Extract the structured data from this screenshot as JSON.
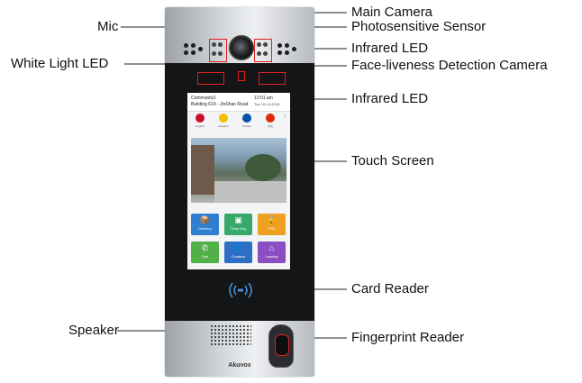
{
  "labels": {
    "mic": "Mic",
    "white_light_led": "White Light LED",
    "speaker": "Speaker",
    "main_camera": "Main Camera",
    "photosensitive_sensor": "Photosensitive Sensor",
    "infrared_led_top": "Infrared LED",
    "face_liveness_camera": "Face-liveness Detection Camera",
    "infrared_led_bottom": "Infrared LED",
    "touch_screen": "Touch Screen",
    "card_reader": "Card Reader",
    "fingerprint_reader": "Fingerprint Reader"
  },
  "screen": {
    "community": "Community1",
    "address": "Building 619 - JinShan Road",
    "time": "12:01 am",
    "date": "Tue 19-12-2018",
    "languages": [
      {
        "name": "English",
        "color": "#c8102e"
      },
      {
        "name": "Español",
        "color": "#f1bf00"
      },
      {
        "name": "France",
        "color": "#0055a4"
      },
      {
        "name": "中文",
        "color": "#de2910"
      }
    ],
    "tiles": [
      {
        "label": "Delivery",
        "icon": "📦",
        "color": "#2f7fd1"
      },
      {
        "label": "Temp Key",
        "icon": "▣",
        "color": "#38a86a"
      },
      {
        "label": "PIN",
        "icon": "🔓",
        "color": "#f0a020"
      },
      {
        "label": "Dial",
        "icon": "✆",
        "color": "#52b048"
      },
      {
        "label": "Contacts",
        "icon": "👤",
        "color": "#2d6fc4"
      },
      {
        "label": "Leaving",
        "icon": "⌂",
        "color": "#8a4fc0"
      }
    ]
  },
  "brand": "Akuvox",
  "colors": {
    "highlight": "#e02020",
    "panel": "#141517"
  }
}
